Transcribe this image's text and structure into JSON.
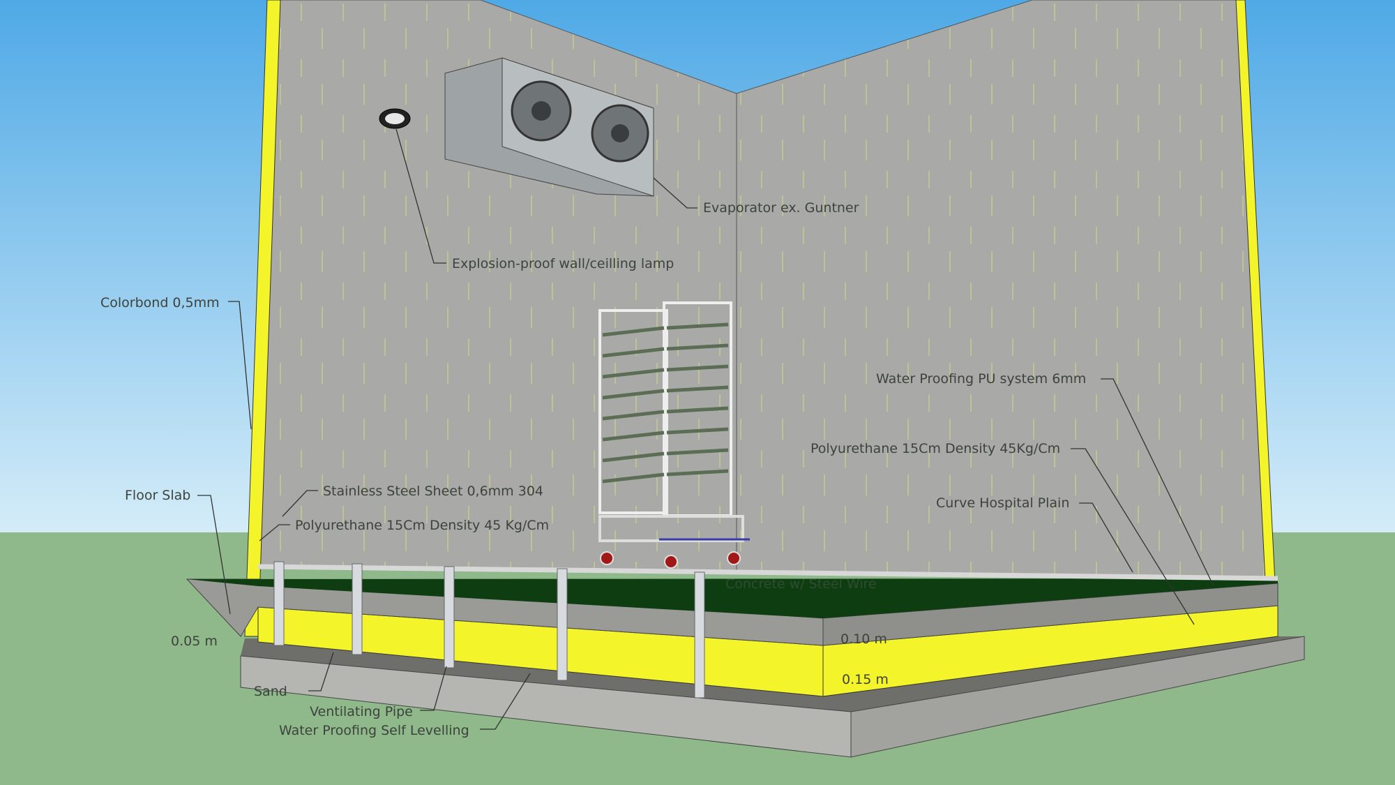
{
  "labels": {
    "colorbond": "Colorbond 0,5mm",
    "floor_slab": "Floor Slab",
    "stainless_sheet": "Stainless Steel Sheet 0,6mm 304",
    "polyurethane_left": "Polyurethane 15Cm Density 45 Kg/Cm",
    "dim_005": "0.05 m",
    "sand": "Sand",
    "ventilating_pipe": "Ventilating Pipe",
    "waterproofing_self_levelling": "Water Proofing Self Levelling",
    "evaporator": "Evaporator ex. Guntner",
    "lamp": "Explosion-proof wall/ceilling lamp",
    "waterproofing_pu": "Water Proofing PU system 6mm",
    "polyurethane_right": "Polyurethane 15Cm Density 45Kg/Cm",
    "curve_hospital": "Curve Hospital Plain",
    "concrete": "Concrete w/ Steel Wire",
    "dim_010": "0.10 m",
    "dim_015": "0.15 m"
  },
  "colors": {
    "sky_top": "#4fa9e6",
    "sky_bottom": "#cfe9f7",
    "ground": "#8fb98a",
    "wall": "#a9aaa8",
    "insulation": "#f4f42a",
    "floor_coating": "#0f3d12",
    "concrete": "#9a9a96"
  }
}
